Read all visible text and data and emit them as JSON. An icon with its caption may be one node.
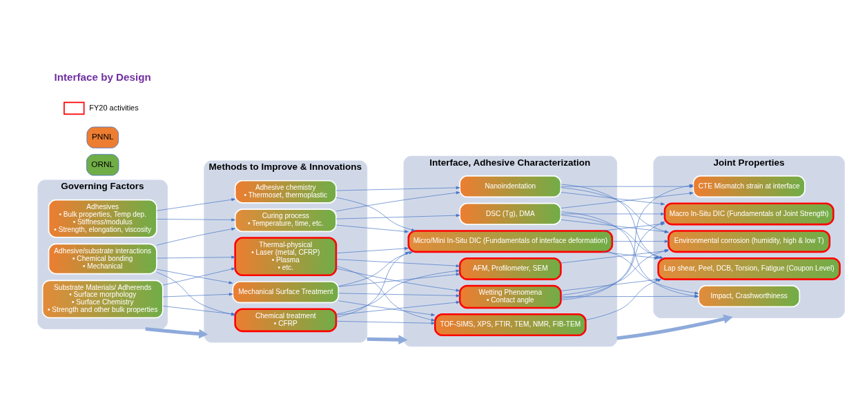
{
  "diagram": {
    "nodes": [
      {
        "text": [
          "Governing Factors"
        ]
      },
      {
        "text": [
          "Substrate Materials/ Adherends",
          "• Surface morphology",
          "• Surface Chemistry",
          "• Strength and other bulk properties"
        ],
        "in": 0
      },
      {
        "text": [
          "Adhesives",
          "• Bulk properties, Temp dep.",
          "• Stiffness/modulus",
          "• Strength, elongation, viscosity"
        ],
        "in": 0
      },
      {
        "text": [
          "Adhesive/substrate interactions",
          "• Chemical bonding",
          "• Mechanical"
        ],
        "in": 0
      },
      {
        "text": [
          "Methods to Improve & Innovations"
        ]
      },
      {
        "text": [
          "Mechanical Surface Treatment"
        ],
        "in": 4
      },
      {
        "text": [
          "Thermal-physical",
          "• Laser (metal, CFRP)",
          "• Plasma",
          "• etc."
        ],
        "in": 4
      },
      {
        "text": [
          "Chemical treatment",
          "• CFRP"
        ],
        "in": 4
      },
      {
        "text": [
          "Adhesive chemistry",
          "• Thermoset, thermoplastic"
        ],
        "in": 4
      },
      {
        "text": [
          "Curing process",
          "• Temperature, time, etc."
        ],
        "in": 4
      },
      {
        "text": [
          "Interface, Adhesive Characterization"
        ]
      },
      {
        "text": [
          "Wetting Phenomena",
          "• Contact angle"
        ],
        "in": 10
      },
      {
        "text": [
          "AFM, Profilometer, SEM"
        ],
        "in": 10
      },
      {
        "text": [
          "TOF-SIMS, XPS, FTIR, TEM, NMR, FIB-TEM"
        ],
        "in": 10
      },
      {
        "text": [
          "Micro/Mini In-Situ DIC (Fundamentals of interface deformation)"
        ],
        "in": 10
      },
      {
        "text": [
          "Nanoindentation"
        ],
        "in": 10
      },
      {
        "text": [
          "DSC (Tg), DMA"
        ],
        "in": 10
      },
      {
        "text": [
          "Joint Properties"
        ]
      },
      {
        "text": [
          "Lap shear, Peel, DCB, Torsion, Fatigue (Coupon Level)"
        ],
        "in": 17
      },
      {
        "text": [
          "Impact, Crashworthiness"
        ],
        "in": 17
      },
      {
        "text": [
          "Macro In-Situ DIC (Fundamentals of Joint Strength)"
        ],
        "in": 17
      },
      {
        "text": [
          "CTE Mismatch strain at interface"
        ],
        "in": 17
      },
      {
        "text": [
          "Environmental corrosion (humidity, high & low T)"
        ],
        "in": 17
      }
    ],
    "edges": [
      {
        "from": 0,
        "to": 4,
        "arrow": "to",
        "style": "thick",
        "color": "#8eaadb"
      },
      {
        "from": 4,
        "to": 10,
        "arrow": "to",
        "style": "thick",
        "color": "#8eaadb"
      },
      {
        "from": 10,
        "to": 17,
        "arrow": "to",
        "style": "thick",
        "color": "#8eaadb"
      },
      {
        "from": 1,
        "to": 5,
        "arrow": "to"
      },
      {
        "from": 1,
        "to": 6,
        "arrow": "to"
      },
      {
        "from": 1,
        "to": 7,
        "arrow": "to"
      },
      {
        "from": 2,
        "to": 8,
        "arrow": "to"
      },
      {
        "from": 2,
        "to": 9,
        "arrow": "to"
      },
      {
        "from": 3,
        "to": 5,
        "arrow": "to"
      },
      {
        "from": 3,
        "to": 6,
        "arrow": "to"
      },
      {
        "from": 3,
        "to": 7,
        "arrow": "to"
      },
      {
        "from": 3,
        "to": 9,
        "arrow": "to"
      },
      {
        "from": 5,
        "to": 11,
        "arrow": "to"
      },
      {
        "from": 5,
        "to": 12,
        "arrow": "to"
      },
      {
        "from": 5,
        "to": 13,
        "arrow": "to"
      },
      {
        "from": 5,
        "to": 14,
        "arrow": "to"
      },
      {
        "from": 6,
        "to": 11,
        "arrow": "to"
      },
      {
        "from": 6,
        "to": 12,
        "arrow": "to"
      },
      {
        "from": 6,
        "to": 13,
        "arrow": "to"
      },
      {
        "from": 6,
        "to": 14,
        "arrow": "to"
      },
      {
        "from": 7,
        "to": 11,
        "arrow": "to"
      },
      {
        "from": 7,
        "to": 12,
        "arrow": "to"
      },
      {
        "from": 7,
        "to": 13,
        "arrow": "to"
      },
      {
        "from": 7,
        "to": 14,
        "arrow": "to"
      },
      {
        "from": 8,
        "to": 14,
        "arrow": "to"
      },
      {
        "from": 8,
        "to": 15,
        "arrow": "to"
      },
      {
        "from": 9,
        "to": 14,
        "arrow": "to"
      },
      {
        "from": 9,
        "to": 15,
        "arrow": "to"
      },
      {
        "from": 9,
        "to": 16,
        "arrow": "to"
      },
      {
        "from": 11,
        "to": 18,
        "arrow": "to"
      },
      {
        "from": 11,
        "to": 19,
        "arrow": "to"
      },
      {
        "from": 11,
        "to": 20,
        "arrow": "to"
      },
      {
        "from": 11,
        "to": 21,
        "arrow": "to"
      },
      {
        "from": 11,
        "to": 22,
        "arrow": "to"
      },
      {
        "from": 12,
        "to": 22,
        "arrow": "to"
      },
      {
        "from": 13,
        "to": 18,
        "arrow": "to"
      },
      {
        "from": 14,
        "to": 18,
        "arrow": "to"
      },
      {
        "from": 14,
        "to": 19,
        "arrow": "to"
      },
      {
        "from": 14,
        "to": 20,
        "arrow": "to"
      },
      {
        "from": 14,
        "to": 22,
        "arrow": "to"
      },
      {
        "from": 15,
        "to": 18,
        "arrow": "to"
      },
      {
        "from": 15,
        "to": 20,
        "arrow": "to"
      },
      {
        "from": 15,
        "to": 21,
        "arrow": "to"
      },
      {
        "from": 15,
        "to": 22,
        "arrow": "to"
      },
      {
        "from": 16,
        "to": 18,
        "arrow": "to"
      },
      {
        "from": 16,
        "to": 19,
        "arrow": "to"
      },
      {
        "from": 16,
        "to": 20,
        "arrow": "to"
      },
      {
        "from": 16,
        "to": 21,
        "arrow": "to"
      },
      {
        "from": 16,
        "to": 22,
        "arrow": "to"
      }
    ],
    "labels": [
      "Interface by Design"
    ],
    "legend": [
      {
        "text": "FY20 activities"
      },
      {
        "text": "PNNL",
        "color": "#ed7d31"
      },
      {
        "text": "ORNL",
        "color": "#70ad47"
      }
    ]
  }
}
